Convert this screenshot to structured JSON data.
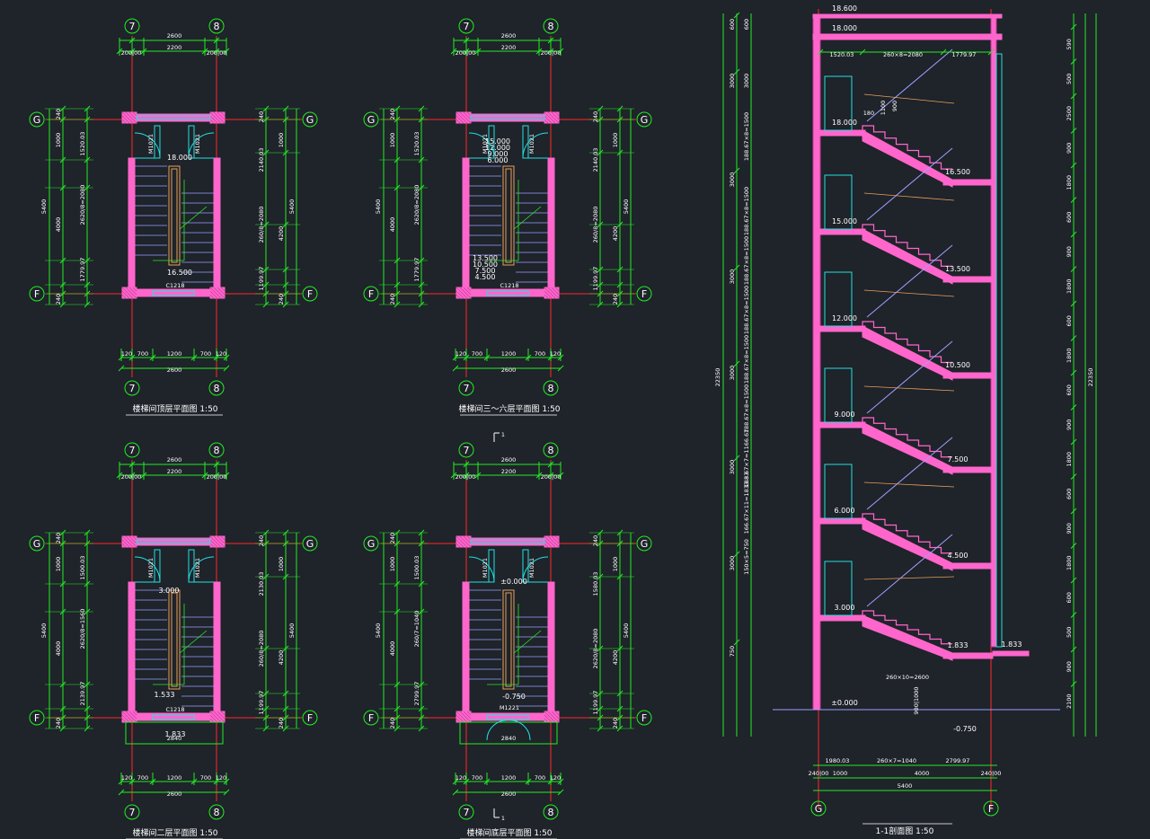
{
  "colors": {
    "background": "#1f232a",
    "wall": "#ff66cc",
    "axis": "#ff2a2a",
    "dimension": "#22ee22",
    "stair": "#9aa0ff",
    "window": "#22e0e0",
    "handrail": "#e6a05a",
    "text": "#ffffff"
  },
  "plans": [
    {
      "title": "楼梯间顶层平面图  1:50",
      "axes": {
        "left": "7",
        "right": "8",
        "top": "G",
        "bottom": "F"
      },
      "top_dims": {
        "total": "2600",
        "left": "200|00",
        "mid": "2200",
        "right": "200|00"
      },
      "bottom_dims": {
        "a": "120",
        "b": "700",
        "c": "1200",
        "d": "700",
        "e": "120",
        "total": "2600"
      },
      "left_dims": [
        "240",
        "1000",
        "1520.03",
        "2620/8=2080",
        "4000",
        "1779.97",
        "240"
      ],
      "left_total": "5400",
      "right_dims": [
        "240",
        "1000",
        "2140.03",
        "260/8=2080",
        "4200",
        "1199.97",
        "240"
      ],
      "right_total": "5400",
      "doors": [
        "M1021",
        "M1021"
      ],
      "window": "C1218",
      "levels": [
        "18.000",
        "16.500"
      ]
    },
    {
      "title": "楼梯间三～六层平面图  1:50",
      "axes": {
        "left": "7",
        "right": "8",
        "top": "G",
        "bottom": "F"
      },
      "top_dims": {
        "total": "2600",
        "left": "200|00",
        "mid": "2200",
        "right": "200|00"
      },
      "bottom_dims": {
        "a": "120",
        "b": "700",
        "c": "1200",
        "d": "700",
        "e": "120",
        "total": "2600"
      },
      "left_dims": [
        "240",
        "1000",
        "1520.03",
        "2620/8=2080",
        "4000",
        "1779.97",
        "240"
      ],
      "left_total": "5400",
      "right_dims": [
        "240",
        "1000",
        "2140.03",
        "260/8=2080",
        "4200",
        "1199.97",
        "240"
      ],
      "right_total": "5400",
      "doors": [
        "M1021",
        "M1021"
      ],
      "window": "C1218",
      "levels": [
        "15.000",
        "12.000",
        "9.000",
        "6.000",
        "13.500",
        "10.500",
        "7.500",
        "4.500"
      ]
    },
    {
      "title": "楼梯间二层平面图  1:50",
      "axes": {
        "left": "7",
        "right": "8",
        "top": "G",
        "bottom": "F"
      },
      "top_dims": {
        "total": "2600",
        "left": "200|00",
        "mid": "2200",
        "right": "200|00"
      },
      "bottom_dims": {
        "a": "120",
        "b": "700",
        "c": "1200",
        "d": "700",
        "e": "120",
        "total": "2600"
      },
      "left_dims": [
        "240",
        "1000",
        "1500.03",
        "2620/8=1560",
        "4000",
        "2139.97",
        "240"
      ],
      "left_total": "5400",
      "right_dims": [
        "240",
        "1000",
        "2130.03",
        "260/8=2080",
        "4200",
        "1199.97",
        "240"
      ],
      "right_total": "5400",
      "doors": [
        "M1021",
        "M1021"
      ],
      "window": "C1218",
      "levels": [
        "3.000",
        "1.533",
        "1.833"
      ],
      "canopy": "2840"
    },
    {
      "title": "楼梯间底层平面图  1:50",
      "axes": {
        "left": "7",
        "right": "8",
        "top": "G",
        "bottom": "F"
      },
      "top_dims": {
        "total": "2600",
        "left": "200|00",
        "mid": "2200",
        "right": "200|00"
      },
      "bottom_dims": {
        "a": "120",
        "b": "700",
        "c": "1200",
        "d": "700",
        "e": "120",
        "total": "2600"
      },
      "left_dims": [
        "240",
        "1000",
        "1500.03",
        "260/7=1040",
        "4000",
        "2799.97",
        "240"
      ],
      "left_total": "5400",
      "right_dims": [
        "240",
        "1000",
        "1580.03",
        "2620/8=2080",
        "4200",
        "1199.97",
        "240"
      ],
      "right_total": "5400",
      "doors": [
        "M1021",
        "M1021"
      ],
      "entry_door": "M1221",
      "levels": [
        "±0.000",
        "-0.750"
      ],
      "canopy": "2840",
      "section_marks": [
        "1",
        "1"
      ]
    }
  ],
  "section": {
    "title": "1-1剖面图  1:50",
    "axis_left": "G",
    "axis_right": "F",
    "top_labels": [
      "18.600",
      "18.000"
    ],
    "floor_levels": [
      "18.000",
      "15.000",
      "12.000",
      "9.000",
      "6.000",
      "3.000",
      "±0.000"
    ],
    "landing_levels": [
      "16.500",
      "13.500",
      "10.500",
      "7.500",
      "4.500",
      "1.833"
    ],
    "outside": [
      "1.833",
      "-0.750"
    ],
    "top_dims": [
      "1520.03",
      "260×8=2080",
      "1779.97"
    ],
    "bottom_dims": [
      "1980.03",
      "260×7=1040",
      "2799.97"
    ],
    "bottom_totals": [
      "240|00",
      "1000",
      "4000",
      "240|00",
      "5400"
    ],
    "left_outer": [
      "600",
      "3000",
      "3000",
      "3000",
      "3000",
      "3000",
      "3000",
      "750"
    ],
    "left_inner": [
      "600",
      "3000",
      "188.67×8=1500",
      "188.67×8=1500",
      "188.67×8=1500",
      "188.67×8=1500",
      "188.67×8=1500",
      "188.67×8=1500",
      "188.67×7=1166.67",
      "166.67×11=1833.33",
      "150×5=750"
    ],
    "left_total": "22350",
    "right_outer": [
      "590",
      "500",
      "2500",
      "900",
      "1800",
      "600",
      "900",
      "1800",
      "600",
      "1800",
      "600",
      "900",
      "1800",
      "600",
      "900",
      "1800",
      "600",
      "500",
      "900",
      "2100"
    ],
    "right_total": "22350",
    "railing": [
      "1100",
      "900",
      "180",
      "900|1000"
    ],
    "stair_note": "260×10=2600"
  }
}
